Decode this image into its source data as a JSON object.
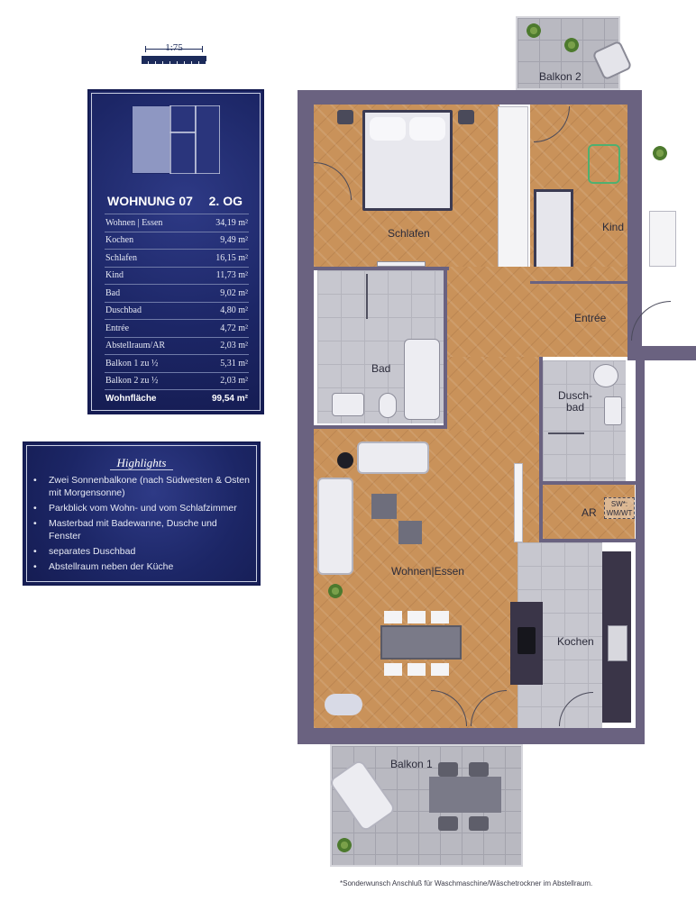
{
  "scale": {
    "label": "1:75"
  },
  "unit": {
    "title": "WOHNUNG 07",
    "floor": "2. OG",
    "rooms": [
      {
        "name": "Wohnen | Essen",
        "area": "34,19 m²"
      },
      {
        "name": "Kochen",
        "area": "9,49 m²"
      },
      {
        "name": "Schlafen",
        "area": "16,15 m²"
      },
      {
        "name": "Kind",
        "area": "11,73 m²"
      },
      {
        "name": "Bad",
        "area": "9,02 m²"
      },
      {
        "name": "Duschbad",
        "area": "4,80 m²"
      },
      {
        "name": "Entrée",
        "area": "4,72 m²"
      },
      {
        "name": "Abstellraum/AR",
        "area": "2,03 m²"
      },
      {
        "name": "Balkon 1 zu ½",
        "area": "5,31 m²"
      },
      {
        "name": "Balkon 2 zu ½",
        "area": "2,03 m²"
      }
    ],
    "total": {
      "name": "Wohnfläche",
      "area": "99,54 m²"
    }
  },
  "highlights": {
    "title": "Highlights",
    "items": [
      "Zwei Sonnenbalkone (nach Südwesten & Osten mit Morgensonne)",
      "Parkblick vom Wohn- und vom Schlafzimmer",
      "Masterbad mit Badewanne, Dusche und Fenster",
      "separates Duschbad",
      "Abstellraum neben der Küche"
    ]
  },
  "plan": {
    "labels": {
      "balkon2": "Balkon 2",
      "schlafen": "Schlafen",
      "kind": "Kind",
      "entree": "Entrée",
      "bad": "Bad",
      "duschbad_1": "Dusch-",
      "duschbad_2": "bad",
      "ar": "AR",
      "sw_1": "SW*:",
      "sw_2": "WM/WT",
      "wohnen": "Wohnen|Essen",
      "kochen": "Kochen",
      "balkon1": "Balkon 1"
    },
    "colors": {
      "wall": "#6a6280",
      "parquet": "#c9925a",
      "tile": "#c7c7cf"
    }
  },
  "footnote": "*Sonderwunsch Anschluß für Waschmaschine/Wäschetrockner im Abstellraum."
}
